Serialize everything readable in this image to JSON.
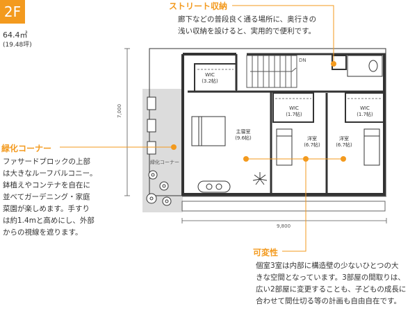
{
  "floor": "2F",
  "area": {
    "sqm": "64.4㎡",
    "tsubo": "(19.48坪)"
  },
  "callouts": {
    "street": {
      "title": "ストリート収納",
      "lines": [
        "廊下などの普段良く通る場所に、奥行きの",
        "浅い収納を設けると、実用的で便利です。"
      ]
    },
    "green": {
      "title": "緑化コーナー",
      "lines": [
        "ファサードブロックの上部",
        "は大きなルーフバルコニー。",
        "鉢植えやコンテナを自在に",
        "並べてガーデニング・家庭",
        "菜園が楽しめます。手すり",
        "は約1.4mと高めにし、外部",
        "からの視線を遮ります。"
      ]
    },
    "variable": {
      "title": "可変性",
      "lines": [
        "個室3室は内部に構造壁の少ないひとつの大",
        "きな空間となっています。3部屋の間取りは、",
        "広い2部屋に変更することも、子どもの成長に",
        "合わせて間仕切る等の計画も自由自在です。"
      ]
    }
  },
  "plan": {
    "dim_height": "7,000",
    "dim_width": "9,800",
    "dn_label": "DN",
    "green_corner_label": "緑化コーナー",
    "rooms": {
      "wic_main": [
        "WIC",
        "(3.2帖)"
      ],
      "master": [
        "主寝室",
        "(9.6帖)"
      ],
      "wic_a": [
        "WIC",
        "(1.7帖)"
      ],
      "wic_b": [
        "WIC",
        "(1.7帖)"
      ],
      "western_a": [
        "洋室",
        "(6.7帖)"
      ],
      "western_b": [
        "洋室",
        "(6.7帖)"
      ]
    }
  },
  "colors": {
    "accent": "#f39a1e",
    "wall": "#333333",
    "balcony": "#d9d9d9"
  }
}
